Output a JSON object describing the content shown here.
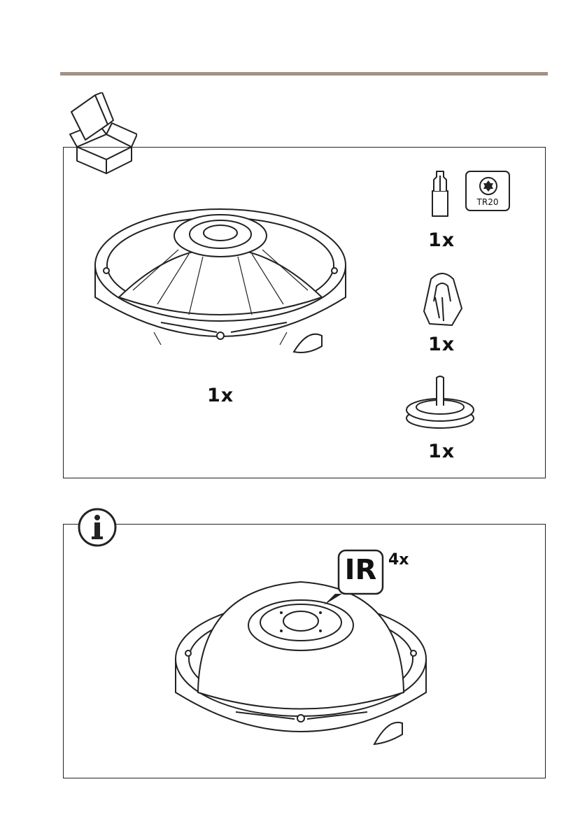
{
  "box_contents": {
    "camera_qty": "1x",
    "bit_qty": "1x",
    "bit_type": "TR20",
    "clip_qty": "1x",
    "plug_qty": "1x"
  },
  "info": {
    "ir_label": "IR",
    "ir_qty": "4x"
  }
}
